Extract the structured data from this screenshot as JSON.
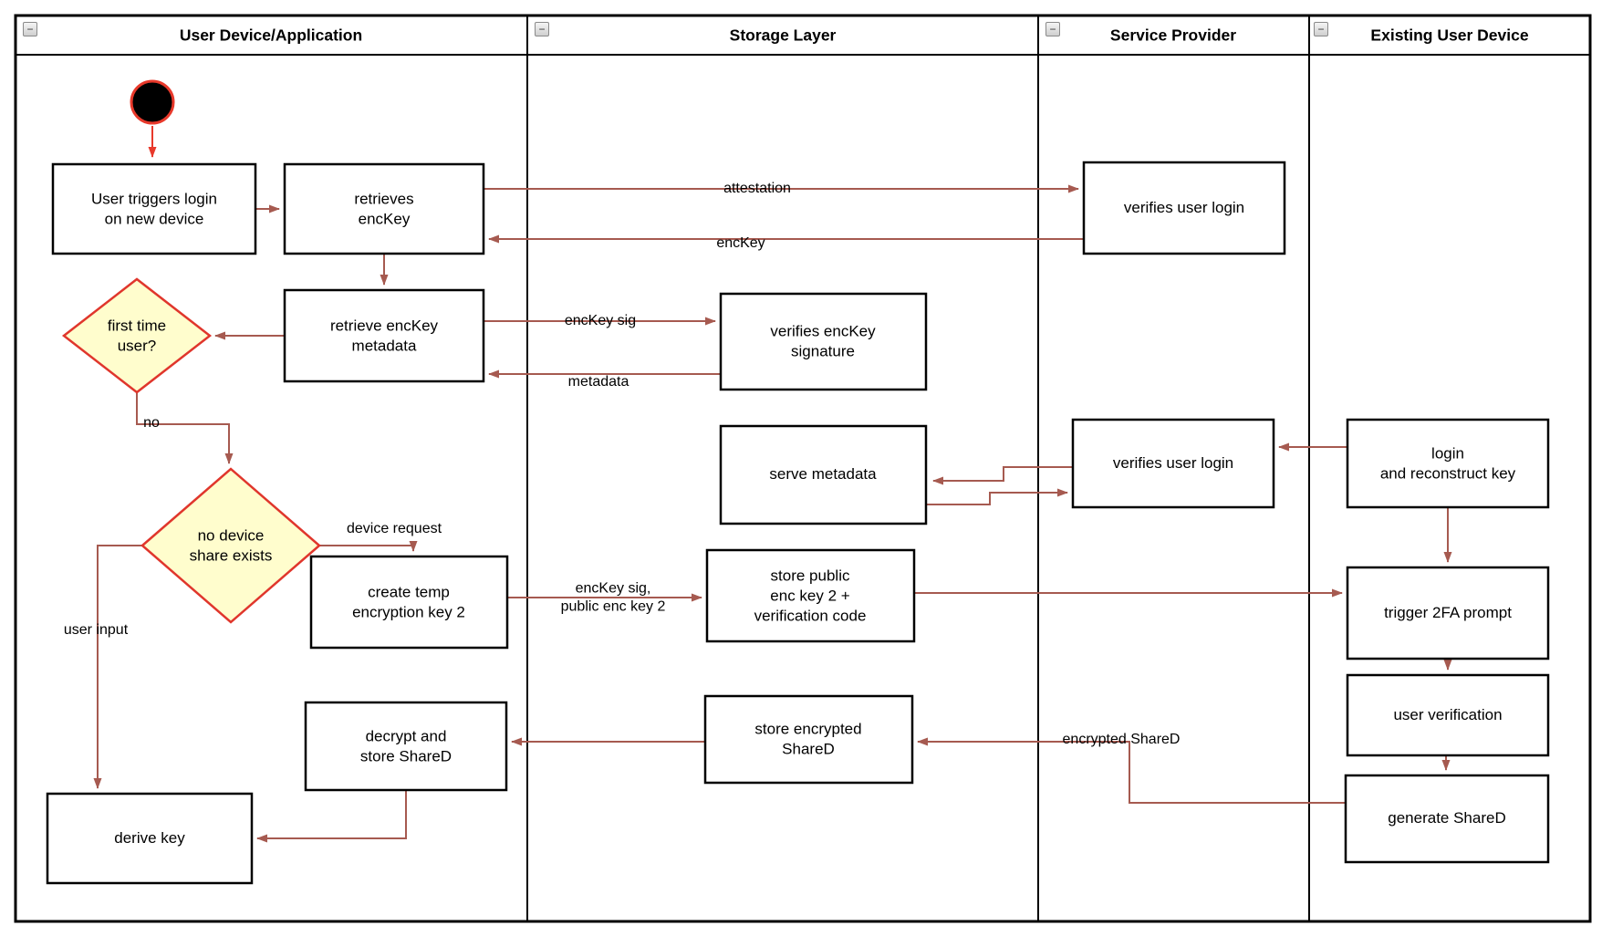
{
  "lanes": [
    {
      "label": "User Device/Application"
    },
    {
      "label": "Storage Layer"
    },
    {
      "label": "Service Provider"
    },
    {
      "label": "Existing User Device"
    }
  ],
  "collapse_glyph": "−",
  "nodes": {
    "start": {
      "label": ""
    },
    "user_triggers": {
      "label": "User triggers login\non new device"
    },
    "retrieves_enckey": {
      "label": "retrieves\nencKey"
    },
    "verifies_login_1": {
      "label": "verifies user login"
    },
    "retrieve_metadata": {
      "label": "retrieve encKey\nmetadata"
    },
    "first_time": {
      "label": "first time\nuser?"
    },
    "verifies_signature": {
      "label": "verifies encKey\nsignature"
    },
    "serve_metadata": {
      "label": "serve metadata"
    },
    "verifies_login_2": {
      "label": "verifies user login"
    },
    "login_reconstruct": {
      "label": "login\nand reconstruct key"
    },
    "no_device_share": {
      "label": "no device\nshare exists"
    },
    "create_temp_key": {
      "label": "create temp\nencryption key 2"
    },
    "store_public_key": {
      "label": "store public\nenc key 2 +\nverification code"
    },
    "trigger_2fa": {
      "label": "trigger 2FA prompt"
    },
    "user_verification": {
      "label": "user verification"
    },
    "store_encrypted": {
      "label": "store encrypted\nShareD"
    },
    "decrypt_store": {
      "label": "decrypt and\nstore ShareD"
    },
    "generate_shared": {
      "label": "generate ShareD"
    },
    "derive_key": {
      "label": "derive key"
    }
  },
  "edge_labels": {
    "attestation": {
      "label": "attestation"
    },
    "enckey": {
      "label": "encKey"
    },
    "enckey_sig": {
      "label": "encKey sig"
    },
    "metadata": {
      "label": "metadata"
    },
    "no": {
      "label": "no"
    },
    "device_request": {
      "label": "device request"
    },
    "enckey_sig_pub": {
      "label": "encKey sig,\npublic enc key 2"
    },
    "user_input": {
      "label": "user input"
    },
    "encrypted_shared": {
      "label": "encrypted ShareD"
    }
  },
  "colors": {
    "arrow": "#a65a50",
    "start_arrow": "#e8392b",
    "diamond_border": "#e0362c",
    "diamond_fill": "#fffdcd",
    "box_border": "#000000",
    "lane_border": "#000000",
    "start_fill": "#000000"
  }
}
